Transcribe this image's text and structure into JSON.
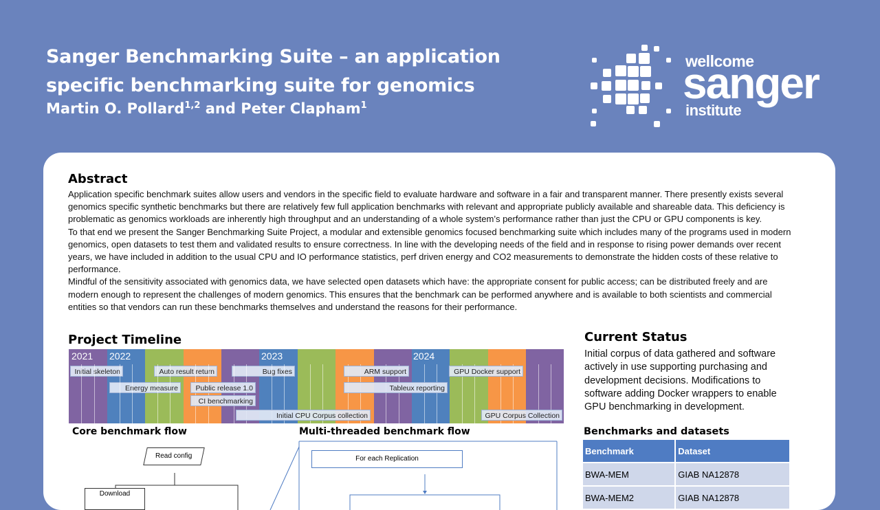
{
  "title": "Sanger Benchmarking Suite – an application specific benchmarking suite for genomics",
  "authors": {
    "author1": "Martin O. Pollard",
    "author1_sup": "1,2",
    "and": "and",
    "author2": "Peter Clapham",
    "author2_sup": "1"
  },
  "logo": {
    "line1": "wellcome",
    "line2": "sanger",
    "line3": "institute"
  },
  "abstract": {
    "heading": "Abstract",
    "paragraphs": [
      "Application specific benchmark suites allow users and vendors in the specific field to evaluate hardware and software in a fair and transparent manner. There presently exists several genomics specific synthetic benchmarks but there are relatively few full application benchmarks with relevant and appropriate publicly available and shareable data. This deficiency is problematic as genomics workloads are inherently high throughput and an understanding of a whole system’s performance rather than just the CPU or GPU components is key.",
      "To that end we present the Sanger Benchmarking Suite Project, a modular and extensible genomics focused benchmarking suite which includes many of the programs used in modern genomics, open datasets to test them and validated results to ensure correctness. In line with the developing needs of the field and in response to rising power demands over recent years, we have included in addition to the usual CPU and IO performance statistics, perf driven energy and CO2 measurements to demonstrate the hidden costs of these relative to performance.",
      "Mindful of the sensitivity associated with genomics data, we have selected open datasets which have: the appropriate consent for public access; can be distributed freely and are modern enough to represent the challenges of modern genomics. This ensures that the benchmark can be performed anywhere and is available to both scientists and commercial entities so that vendors can run these benchmarks themselves and understand the reasons for their performance."
    ]
  },
  "timeline": {
    "heading": "Project Timeline",
    "years": [
      "2021",
      "2022",
      "2023",
      "2024"
    ],
    "column_colors": [
      "#8064a2",
      "#4f81bd",
      "#9bbb59",
      "#f79646",
      "#8064a2",
      "#4f81bd",
      "#9bbb59",
      "#f79646",
      "#8064a2",
      "#4f81bd",
      "#9bbb59",
      "#f79646",
      "#8064a2"
    ],
    "milestones": [
      "Initial skeleton",
      "Auto result return",
      "Bug fixes",
      "ARM support",
      "GPU Docker support",
      "Energy measure",
      "Public release 1.0",
      "Tableux reporting",
      "CI benchmarking",
      "Initial CPU Corpus collection",
      "GPU Corpus Collection"
    ]
  },
  "current_status": {
    "heading": "Current Status",
    "text": "Initial corpus of data gathered and software actively in use supporting purchasing and development decisions. Modifications to software adding Docker wrappers to enable GPU benchmarking in development."
  },
  "benchmarks": {
    "heading": "Benchmarks and datasets",
    "columns": [
      "Benchmark",
      "Dataset"
    ],
    "rows": [
      [
        "BWA-MEM",
        "GIAB NA12878"
      ],
      [
        "BWA-MEM2",
        "GIAB NA12878"
      ]
    ]
  },
  "flows": {
    "core_heading": "Core benchmark flow",
    "core_boxes": [
      "Read config",
      "Download"
    ],
    "mt_heading": "Multi-threaded benchmark flow",
    "mt_boxes": [
      "For each Replication"
    ]
  }
}
